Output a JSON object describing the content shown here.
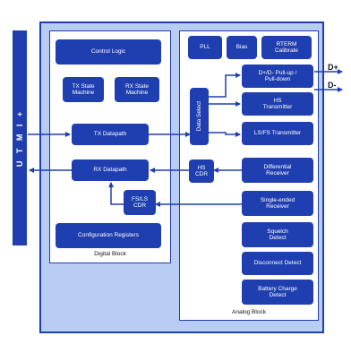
{
  "colors": {
    "block": "#1f3fb0",
    "chip_bg": "#b9cdf4",
    "region_bg": "#ffffff"
  },
  "utmi_label": "U T M I +",
  "digital_block": {
    "caption": "Digital Block",
    "control_logic": "Control Logic",
    "tx_state_machine": "TX State\nMachine",
    "rx_state_machine": "RX State\nMachine",
    "tx_datapath": "TX Datapath",
    "rx_datapath": "RX Datapath",
    "fsls_cdr": "FS/LS\nCDR",
    "config_registers": "Configuration Registers"
  },
  "analog_block": {
    "caption": "Analog Block",
    "pll": "PLL",
    "bias": "Bias",
    "rterm": "RTERM\nCalibrate",
    "data_select": "Data Select",
    "pullup": "D+/D- Pull-up /\nPull-down",
    "hs_transmitter": "HS\nTransmitter",
    "fsls_transmitter": "LS/FS Transmitter",
    "hs_cdr": "HS\nCDR",
    "differential_receiver": "Differential\nReceiver",
    "single_ended_receiver": "Single-ended\nReceiver",
    "squelch_detect": "Squelch\nDetect",
    "disconnect_detect": "Disconnect Detect",
    "battery_charge_detect": "Battery Charge\nDetect"
  },
  "pins": {
    "dp": "D+",
    "dm": "D-"
  }
}
